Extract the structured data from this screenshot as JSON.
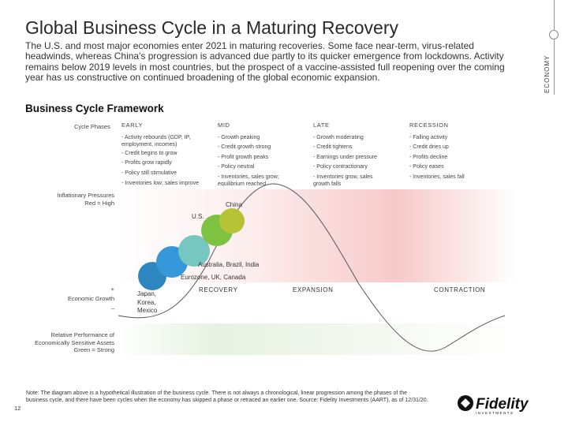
{
  "title": "Global Business Cycle in a Maturing Recovery",
  "subtitle": "The U.S. and most major economies enter 2021 in maturing recoveries. Some face near-term, virus-related headwinds, whereas China's progression is advanced due partly to its quicker emergence from lockdowns. Activity remains below 2019 levels in most countries, but the prospect of a vaccine-assisted full reopening over the coming year has us constructive on continued broadening of the global economic expansion.",
  "sidebar_label": "ECONOMY",
  "section_title": "Business Cycle Framework",
  "framework": {
    "cycle_phases_label": "Cycle Phases",
    "phases": [
      {
        "name": "EARLY",
        "bullets": [
          "- Activity rebounds (GDP, IP, employment, incomes)",
          "- Credit begins to grow",
          "- Profits grow rapidly",
          "- Policy still stimulative",
          "- Inventories low; sales improve"
        ]
      },
      {
        "name": "MID",
        "bullets": [
          "- Growth peaking",
          "- Credit growth strong",
          "- Profit growth peaks",
          "- Policy neutral",
          "- Inventories, sales grow; equilibrium reached"
        ]
      },
      {
        "name": "LATE",
        "bullets": [
          "- Growth moderating",
          "- Credit tightens",
          "- Earnings under pressure",
          "- Policy contractionary",
          "- Inventories grow, sales growth falls"
        ]
      },
      {
        "name": "RECESSION",
        "bullets": [
          "- Falling activity",
          "- Credit dries up",
          "- Profits decline",
          "- Policy eases",
          "- Inventories, sales fall"
        ]
      }
    ],
    "inflationary_label_1": "Inflationary Pressures",
    "inflationary_label_2": "Red = High",
    "economic_growth_plus": "+",
    "economic_growth_label": "Economic Growth",
    "economic_growth_minus": "–",
    "relative_perf_1": "Relative Performance of",
    "relative_perf_2": "Economically Sensitive Assets",
    "relative_perf_3": "Green = Strong"
  },
  "diagram": {
    "labels": {
      "china": "China",
      "us": "U.S.",
      "australia": "Australia, Brazil, India",
      "eurozone": "Eurozone, UK, Canada",
      "japan_1": "Japan,",
      "japan_2": "Korea,",
      "japan_3": "Mexico",
      "recovery": "RECOVERY",
      "expansion": "EXPANSION",
      "contraction": "CONTRACTION"
    },
    "colors": {
      "japan": "#2e86c1",
      "eurozone": "#3498db",
      "australia": "#76c7c0",
      "us": "#7fc241",
      "china": "#b5c334",
      "inflation_gradient_start": "#ffffff",
      "inflation_gradient_end": "#f3b6b6",
      "curve": "#555555"
    }
  },
  "footnote": "Note: The diagram above is a hypothetical illustration of the business cycle. There is not always a chronological, linear progression among the phases of the business cycle, and there have been cycles when the economy has skipped a phase or retraced an earlier one. Source: Fidelity Investments (AART), as of 12/31/20.",
  "page_number": "12",
  "logo_text": "Fidelity",
  "logo_subtext": "INVESTMENTS"
}
